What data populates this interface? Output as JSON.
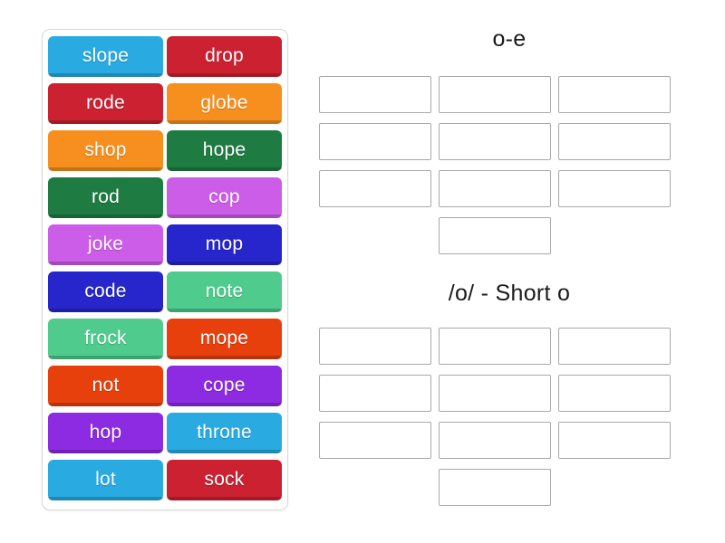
{
  "activity": {
    "type": "group-sort",
    "background_color": "#ffffff"
  },
  "word_pool": {
    "panel_border_color": "#d9d9d9",
    "tiles": [
      {
        "label": "slope",
        "color": "#29abe2"
      },
      {
        "label": "drop",
        "color": "#cc2131"
      },
      {
        "label": "rode",
        "color": "#cc2131"
      },
      {
        "label": "globe",
        "color": "#f78f1e"
      },
      {
        "label": "shop",
        "color": "#f78f1e"
      },
      {
        "label": "hope",
        "color": "#1e7b41"
      },
      {
        "label": "rod",
        "color": "#1e7b41"
      },
      {
        "label": "cop",
        "color": "#cc5de8"
      },
      {
        "label": "joke",
        "color": "#cc5de8"
      },
      {
        "label": "mop",
        "color": "#2626cc"
      },
      {
        "label": "code",
        "color": "#2626cc"
      },
      {
        "label": "note",
        "color": "#4ecb8d"
      },
      {
        "label": "frock",
        "color": "#4ecb8d"
      },
      {
        "label": "mope",
        "color": "#e8400c"
      },
      {
        "label": "not",
        "color": "#e8400c"
      },
      {
        "label": "cope",
        "color": "#8c2be2"
      },
      {
        "label": "hop",
        "color": "#8c2be2"
      },
      {
        "label": "throne",
        "color": "#29abe2"
      },
      {
        "label": "lot",
        "color": "#29abe2"
      },
      {
        "label": "sock",
        "color": "#cc2131"
      }
    ]
  },
  "groups": [
    {
      "heading": "o-e",
      "dropzone_count": 10,
      "dropzones": [
        "",
        "",
        "",
        "",
        "",
        "",
        "",
        "",
        "",
        ""
      ]
    },
    {
      "heading": "/o/ - Short o",
      "dropzone_count": 10,
      "dropzones": [
        "",
        "",
        "",
        "",
        "",
        "",
        "",
        "",
        "",
        ""
      ]
    }
  ]
}
